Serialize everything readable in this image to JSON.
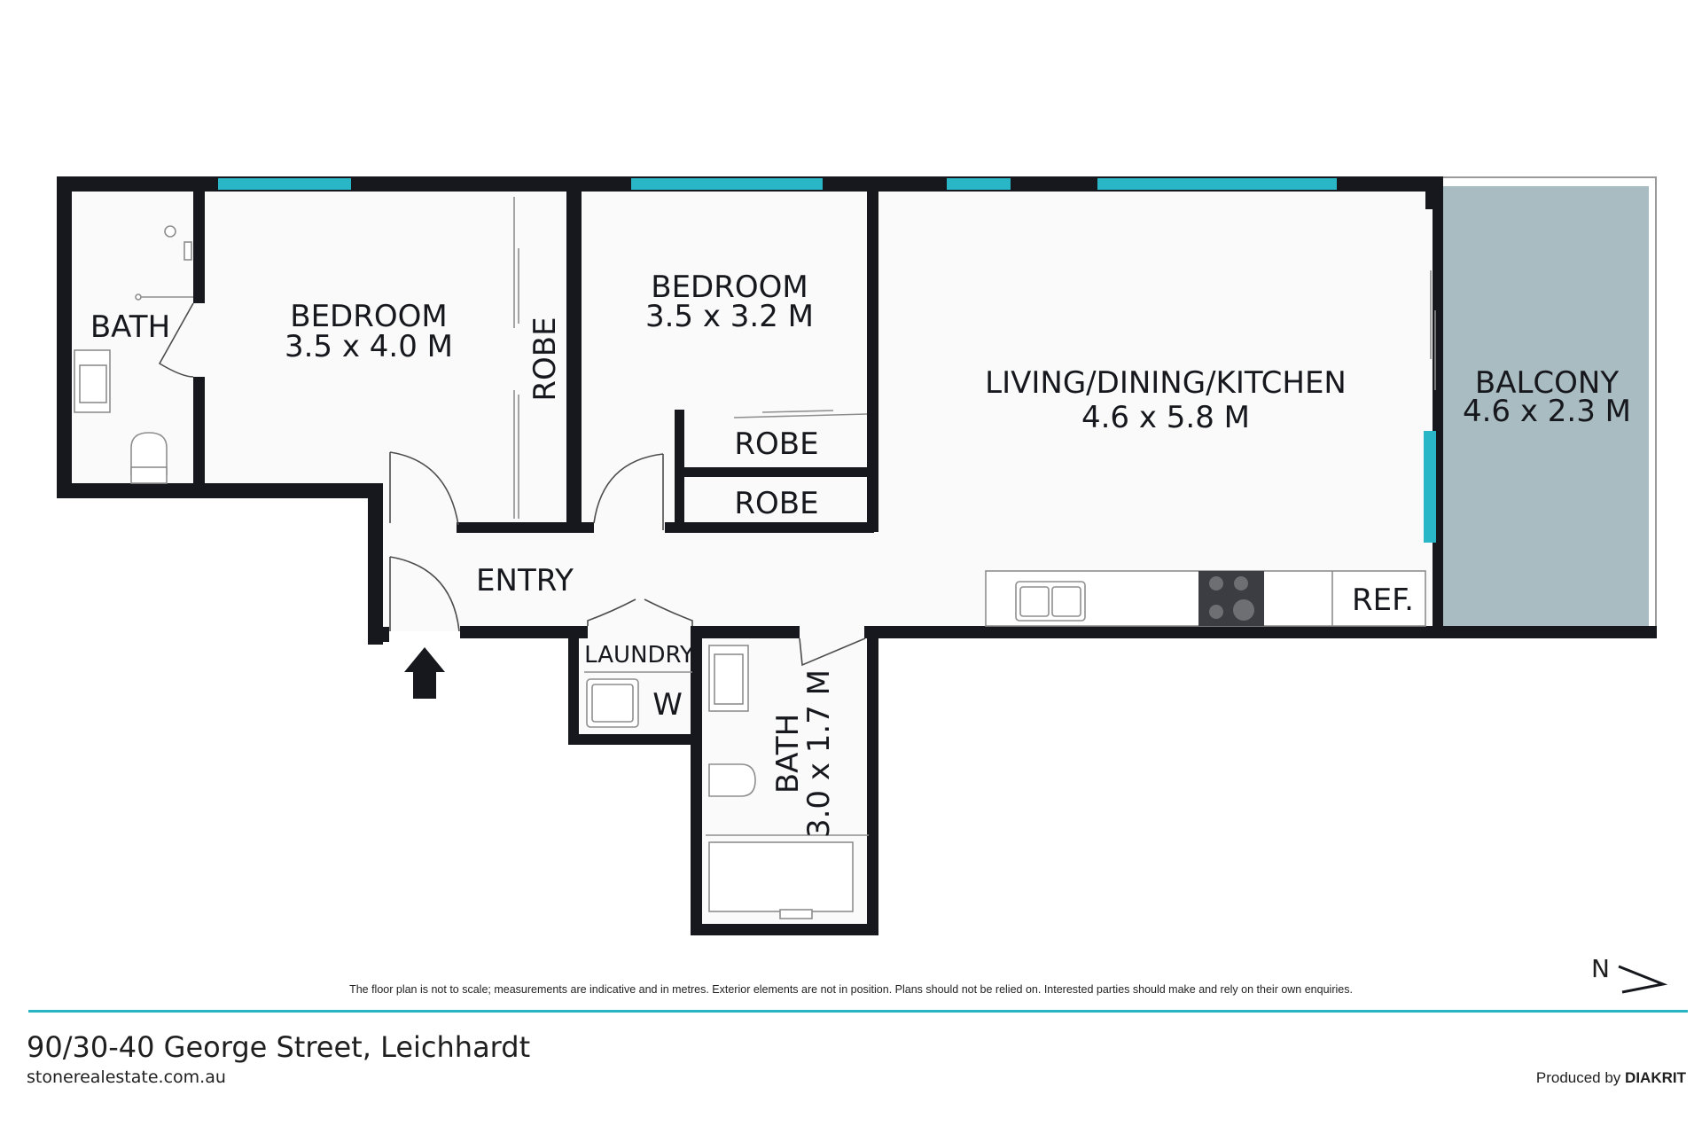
{
  "rooms": {
    "bath_master": {
      "name": "BATH"
    },
    "bedroom_1": {
      "name": "BEDROOM",
      "size": "3.5 x 4.0 M"
    },
    "robe_1": {
      "name": "ROBE"
    },
    "bedroom_2": {
      "name": "BEDROOM",
      "size": "3.5 x 3.2 M"
    },
    "robe_2": {
      "name": "ROBE"
    },
    "robe_3": {
      "name": "ROBE"
    },
    "living": {
      "name": "LIVING/DINING/KITCHEN",
      "size": "4.6 x 5.8 M"
    },
    "balcony": {
      "name": "BALCONY",
      "size": "4.6 x 2.3 M"
    },
    "entry": {
      "name": "ENTRY"
    },
    "laundry": {
      "name": "LAUNDRY",
      "washer": "W"
    },
    "bath_main": {
      "name": "BATH",
      "size": "3.0 x 1.7 M"
    },
    "fridge": {
      "name": "REF."
    }
  },
  "colors": {
    "walls": "#16181d",
    "windows": "#29b6c6",
    "balcony": "#a9bcc1",
    "accent_rule": "#28b4c4"
  },
  "compass": {
    "label": "N",
    "icon": "north-arrow-icon"
  },
  "entry_marker": {
    "icon": "entry-arrow-icon"
  },
  "footer": {
    "disclaimer": "The floor plan is not to scale; measurements are indicative and in metres. Exterior elements are not in position. Plans should not be relied on. Interested parties should make and rely on their own enquiries.",
    "address": "90/30-40 George Street, Leichhardt",
    "website": "stonerealestate.com.au",
    "producer_prefix": "Produced by",
    "producer_brand": "DIAKRIT"
  }
}
